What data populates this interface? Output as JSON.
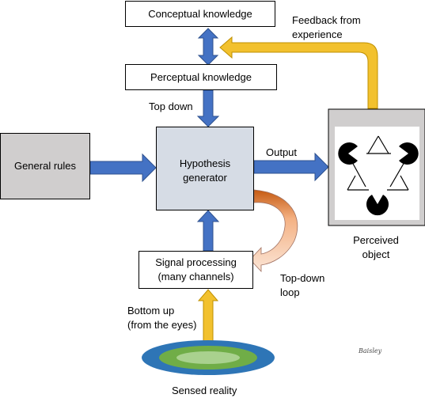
{
  "boxes": {
    "conceptual": "Conceptual  knowledge",
    "perceptual": "Perceptual  knowledge",
    "general_rules": "General  rules",
    "hypothesis": [
      "Hypothesis",
      "generator"
    ],
    "signal": [
      "Signal processing",
      "(many channels)"
    ]
  },
  "labels": {
    "feedback": [
      "Feedback from",
      "experience"
    ],
    "top_down": "Top down",
    "output": "Output",
    "perceived": [
      "Perceived",
      "object"
    ],
    "top_down_loop": [
      "Top-down",
      "loop"
    ],
    "bottom_up": [
      "Bottom up",
      "(from the eyes)"
    ],
    "sensed_reality": "Sensed reality",
    "signature": "Baisley"
  },
  "colors": {
    "blue_arrow": "#4472c4",
    "yellow_arrow": "#f2c12e",
    "salmon_loop": "#f8cbad",
    "gray_box": "#d0cece",
    "hypothesis_fill": "#d6dce5",
    "sensed_outer": "#2e75b6",
    "sensed_mid": "#70ad47",
    "sensed_inner": "#a9d18e"
  },
  "icons": {
    "perceived_figure": "kanizsa-triangle-illusion"
  }
}
